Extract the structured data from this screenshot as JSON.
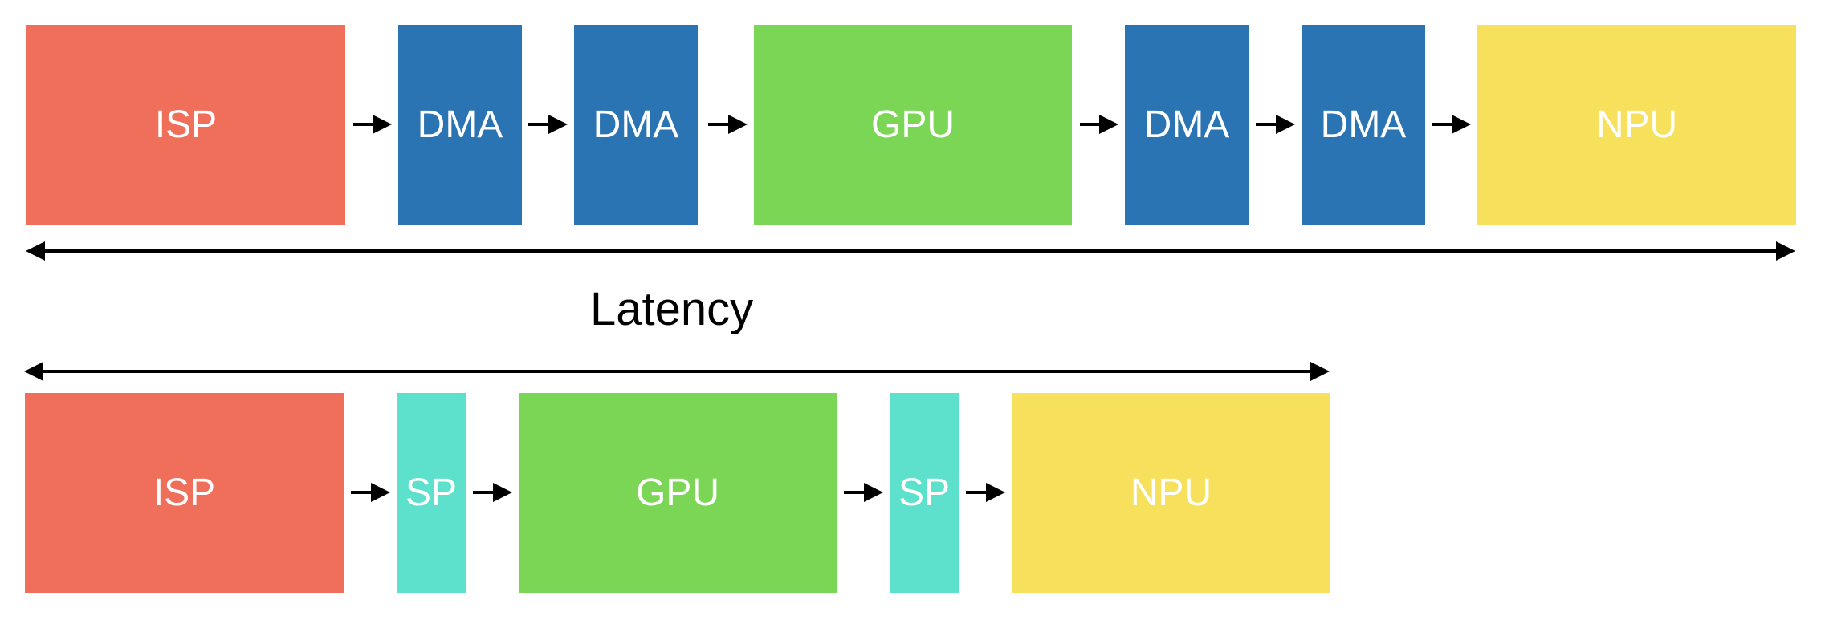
{
  "colors": {
    "isp": "#F06F5A",
    "dma": "#2B74B3",
    "gpu": "#7BD656",
    "npu": "#F7E05B",
    "sp": "#5DE1CD"
  },
  "top_pipeline": {
    "blocks": [
      {
        "label": "ISP",
        "kind": "isp"
      },
      {
        "label": "DMA",
        "kind": "dma"
      },
      {
        "label": "DMA",
        "kind": "dma"
      },
      {
        "label": "GPU",
        "kind": "gpu"
      },
      {
        "label": "DMA",
        "kind": "dma"
      },
      {
        "label": "DMA",
        "kind": "dma"
      },
      {
        "label": "NPU",
        "kind": "npu"
      }
    ]
  },
  "latency": {
    "label": "Latency"
  },
  "bottom_pipeline": {
    "blocks": [
      {
        "label": "ISP",
        "kind": "isp"
      },
      {
        "label": "SP",
        "kind": "sp"
      },
      {
        "label": "GPU",
        "kind": "gpu"
      },
      {
        "label": "SP",
        "kind": "sp"
      },
      {
        "label": "NPU",
        "kind": "npu"
      }
    ]
  }
}
